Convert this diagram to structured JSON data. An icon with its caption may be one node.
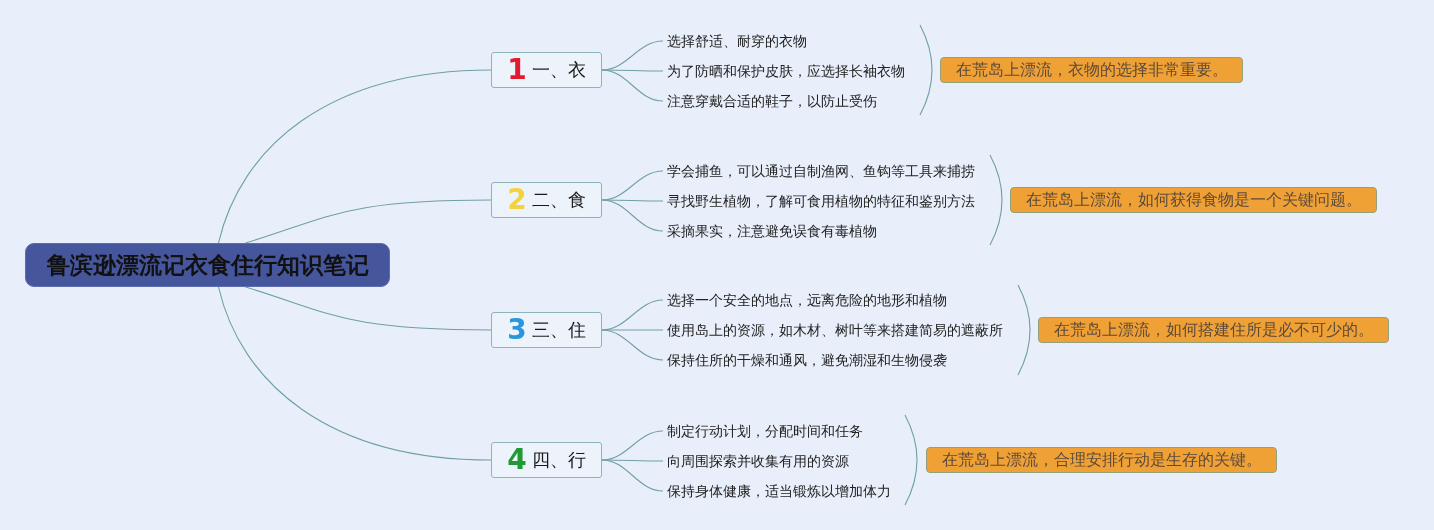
{
  "diagram": {
    "nodes": [
      {
        "text": [
          "鲁滨逊漂流记衣食住行知识笔记"
        ]
      },
      {
        "text": [
          "1",
          "一、衣"
        ]
      },
      {
        "text": [
          "选择舒适、耐穿的衣物"
        ]
      },
      {
        "text": [
          "为了防晒和保护皮肤，应选择长袖衣物"
        ]
      },
      {
        "text": [
          "注意穿戴合适的鞋子，以防止受伤"
        ]
      },
      {
        "text": [
          "在荒岛上漂流，衣物的选择非常重要。"
        ]
      },
      {
        "text": [
          "2",
          "二、食"
        ]
      },
      {
        "text": [
          "学会捕鱼，可以通过自制渔网、鱼钩等工具来捕捞"
        ]
      },
      {
        "text": [
          "寻找野生植物，了解可食用植物的特征和鉴别方法"
        ]
      },
      {
        "text": [
          "采摘果实，注意避免误食有毒植物"
        ]
      },
      {
        "text": [
          "在荒岛上漂流，如何获得食物是一个关键问题。"
        ]
      },
      {
        "text": [
          "3",
          "三、住"
        ]
      },
      {
        "text": [
          "选择一个安全的地点，远离危险的地形和植物"
        ]
      },
      {
        "text": [
          "使用岛上的资源，如木材、树叶等来搭建简易的遮蔽所"
        ]
      },
      {
        "text": [
          "保持住所的干燥和通风，避免潮湿和生物侵袭"
        ]
      },
      {
        "text": [
          "在荒岛上漂流，如何搭建住所是必不可少的。"
        ]
      },
      {
        "text": [
          "4",
          "四、行"
        ]
      },
      {
        "text": [
          "制定行动计划，分配时间和任务"
        ]
      },
      {
        "text": [
          "向周围探索并收集有用的资源"
        ]
      },
      {
        "text": [
          "保持身体健康，适当锻炼以增加体力"
        ]
      },
      {
        "text": [
          "在荒岛上漂流，合理安排行动是生存的关键。"
        ]
      }
    ],
    "edges": [
      {
        "from": 0,
        "to": 1,
        "arrow": "none"
      },
      {
        "from": 1,
        "to": 2,
        "arrow": "none"
      },
      {
        "from": 1,
        "to": 3,
        "arrow": "none"
      },
      {
        "from": 1,
        "to": 4,
        "arrow": "none"
      },
      {
        "from": 0,
        "to": 6,
        "arrow": "none"
      },
      {
        "from": 6,
        "to": 7,
        "arrow": "none"
      },
      {
        "from": 6,
        "to": 8,
        "arrow": "none"
      },
      {
        "from": 6,
        "to": 9,
        "arrow": "none"
      },
      {
        "from": 0,
        "to": 11,
        "arrow": "none"
      },
      {
        "from": 11,
        "to": 12,
        "arrow": "none"
      },
      {
        "from": 11,
        "to": 13,
        "arrow": "none"
      },
      {
        "from": 11,
        "to": 14,
        "arrow": "none"
      },
      {
        "from": 0,
        "to": 16,
        "arrow": "none"
      },
      {
        "from": 16,
        "to": 17,
        "arrow": "none"
      },
      {
        "from": 16,
        "to": 18,
        "arrow": "none"
      },
      {
        "from": 16,
        "to": 19,
        "arrow": "none"
      }
    ]
  }
}
